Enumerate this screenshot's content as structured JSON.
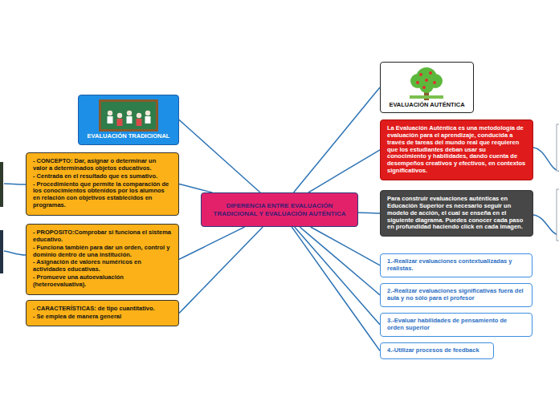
{
  "diagram": {
    "nodes": [
      {
        "text": [
          "DIFERENCIA ENTRE EVALUACIÓN TRADICIONAL Y EVALUACIÓN AUTÉNTICA"
        ]
      },
      {
        "text": [
          "EVALUACIÓN TRADICIONAL"
        ]
      },
      {
        "text": [
          "- CONCEPTO: Dar, asignar o determinar un valor a determinados objetos educativos.",
          "- Centrada en el resultado que es sumativo.",
          "- Procedimiento que permite la comparación de los conocimientos obtenidos por los alumnos en relación con objetivos establecidos en programas."
        ]
      },
      {
        "text": [
          "- PROPOSITO:Comprobar si funciona el sistema educativo.",
          "- Funciona también para dar un orden, control y dominio dentro de una institución.",
          "- Asignación de valores numéricos en actividades educativas.",
          "- Promueve una autoevaluación (heteroevaluativa)."
        ]
      },
      {
        "text": [
          "- CARACTERÍSTICAS: de tipo cuantitativo.",
          "- Se emplea de manera general"
        ]
      },
      {
        "text": [
          "EVALUACIÓN AUTÉNTICA"
        ]
      },
      {
        "text": [
          "La Evaluación Auténtica es una metodología de evaluación para el aprendizaje, conducida a través de tareas del mundo real que requieren que los estudiantes deban usar su conocimiento y habilidades, dando cuenta de desempeños creativos y efectivos, en contextos significativos."
        ]
      },
      {
        "text": [
          "Para construir evaluaciones auténticas en Educación Superior es necesario seguir un modelo de acción, el cual se enseña en el siguiente diagrama. Puedes conocer cada paso en profundidad haciendo click en cada imagen."
        ]
      },
      {
        "text": [
          "1.-Realizar evaluaciones contextualizadas y realistas."
        ]
      },
      {
        "text": [
          "2.-Realizar evaluaciones significativas fuera del aula y no sólo para el profesor"
        ]
      },
      {
        "text": [
          "3.-Evaluar habilidades de pensamiento de orden superior"
        ]
      },
      {
        "text": [
          "4.-Utilizar procesos de feedback"
        ]
      }
    ],
    "edges": [
      {
        "from": 0,
        "to": 1,
        "arrow": "none"
      },
      {
        "from": 0,
        "to": 2,
        "arrow": "none"
      },
      {
        "from": 0,
        "to": 3,
        "arrow": "none"
      },
      {
        "from": 0,
        "to": 4,
        "arrow": "none"
      },
      {
        "from": 0,
        "to": 5,
        "arrow": "none"
      },
      {
        "from": 0,
        "to": 6,
        "arrow": "none"
      },
      {
        "from": 0,
        "to": 7,
        "arrow": "none"
      },
      {
        "from": 0,
        "to": 8,
        "arrow": "none"
      },
      {
        "from": 0,
        "to": 9,
        "arrow": "none"
      },
      {
        "from": 0,
        "to": 10,
        "arrow": "none"
      },
      {
        "from": 0,
        "to": 11,
        "arrow": "none"
      }
    ]
  }
}
